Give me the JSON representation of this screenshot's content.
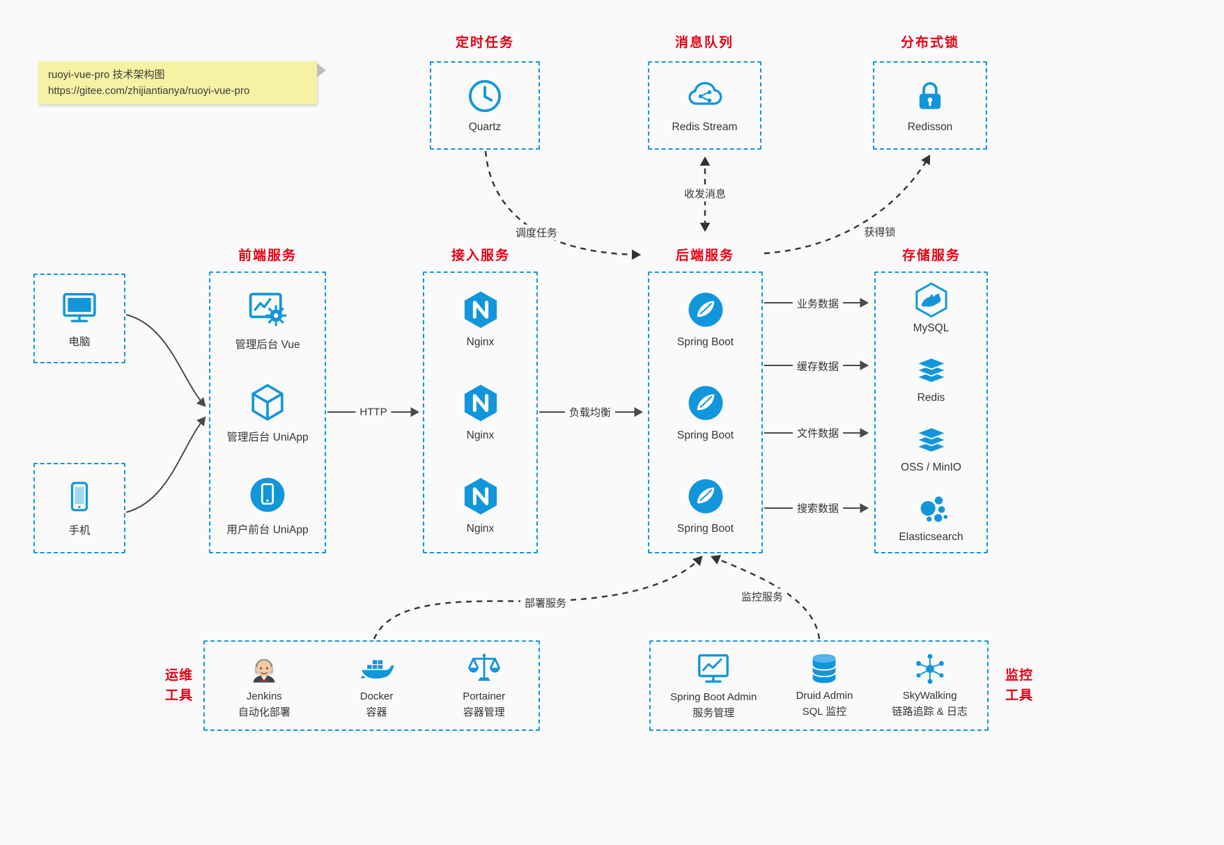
{
  "note": {
    "line1": "ruoyi-vue-pro 技术架构图",
    "line2": "https://gitee.com/zhijiantianya/ruoyi-vue-pro"
  },
  "colors": {
    "accent_blue": "#1296db",
    "title_red": "#e60012",
    "note_bg": "#f6f2a3",
    "text": "#333333",
    "background": "#fafafa"
  },
  "top_groups": [
    {
      "title": "定时任务",
      "item": {
        "icon": "clock-icon",
        "label": "Quartz"
      }
    },
    {
      "title": "消息队列",
      "item": {
        "icon": "cloud-stream-icon",
        "label": "Redis Stream"
      }
    },
    {
      "title": "分布式锁",
      "item": {
        "icon": "lock-icon",
        "label": "Redisson"
      }
    }
  ],
  "devices": [
    {
      "icon": "desktop-icon",
      "label": "电脑"
    },
    {
      "icon": "smartphone-icon",
      "label": "手机"
    }
  ],
  "columns": [
    {
      "title": "前端服务",
      "items": [
        {
          "icon": "admin-vue-icon",
          "label": "管理后台 Vue"
        },
        {
          "icon": "uniapp-cube-icon",
          "label": "管理后台 UniApp"
        },
        {
          "icon": "user-app-icon",
          "label": "用户前台 UniApp"
        }
      ]
    },
    {
      "title": "接入服务",
      "items": [
        {
          "icon": "nginx-icon",
          "label": "Nginx"
        },
        {
          "icon": "nginx-icon",
          "label": "Nginx"
        },
        {
          "icon": "nginx-icon",
          "label": "Nginx"
        }
      ]
    },
    {
      "title": "后端服务",
      "items": [
        {
          "icon": "spring-boot-icon",
          "label": "Spring Boot"
        },
        {
          "icon": "spring-boot-icon",
          "label": "Spring Boot"
        },
        {
          "icon": "spring-boot-icon",
          "label": "Spring Boot"
        }
      ]
    },
    {
      "title": "存储服务",
      "items": [
        {
          "icon": "mysql-icon",
          "label": "MySQL"
        },
        {
          "icon": "redis-icon",
          "label": "Redis"
        },
        {
          "icon": "oss-minio-icon",
          "label": "OSS / MinIO"
        },
        {
          "icon": "elasticsearch-icon",
          "label": "Elasticsearch"
        }
      ]
    }
  ],
  "edges": {
    "http": "HTTP",
    "load_balance": "负载均衡",
    "schedule": "调度任务",
    "message": "收发消息",
    "lock": "获得锁",
    "business_data": "业务数据",
    "cache_data": "缓存数据",
    "file_data": "文件数据",
    "search_data": "搜索数据",
    "deploy": "部署服务",
    "monitor": "监控服务"
  },
  "bottom_groups": [
    {
      "title_lines": [
        "运维",
        "工具"
      ],
      "items": [
        {
          "icon": "jenkins-icon",
          "label": "Jenkins",
          "sublabel": "自动化部署"
        },
        {
          "icon": "docker-icon",
          "label": "Docker",
          "sublabel": "容器"
        },
        {
          "icon": "portainer-icon",
          "label": "Portainer",
          "sublabel": "容器管理"
        }
      ]
    },
    {
      "title_lines": [
        "监控",
        "工具"
      ],
      "items": [
        {
          "icon": "springboot-admin-icon",
          "label": "Spring Boot Admin",
          "sublabel": "服务管理"
        },
        {
          "icon": "druid-icon",
          "label": "Druid Admin",
          "sublabel": "SQL 监控"
        },
        {
          "icon": "skywalking-icon",
          "label": "SkyWalking",
          "sublabel": "链路追踪 & 日志"
        }
      ]
    }
  ]
}
